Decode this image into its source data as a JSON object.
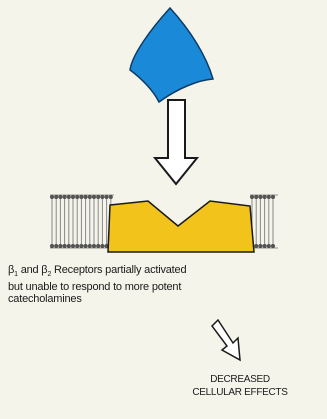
{
  "caption": {
    "prefix": "β",
    "sub1": "1",
    "and_text": " and β",
    "sub2": "2",
    "line1_rest": " Receptors partially activated",
    "line2": "but unable to respond to more potent",
    "line3": "catecholamines"
  },
  "effects": {
    "line1": "DECREASED",
    "line2": "CELLULAR EFFECTS"
  },
  "colors": {
    "ligand": "#1a8ad8",
    "receptor": "#f2c31a",
    "membrane_head": "#555555",
    "membrane_tail": "#888888",
    "background": "#f5f4ea"
  },
  "icons": [
    "ligand-shape",
    "down-arrow-icon",
    "diagonal-arrow-icon",
    "receptor-protein",
    "lipid-bilayer"
  ]
}
